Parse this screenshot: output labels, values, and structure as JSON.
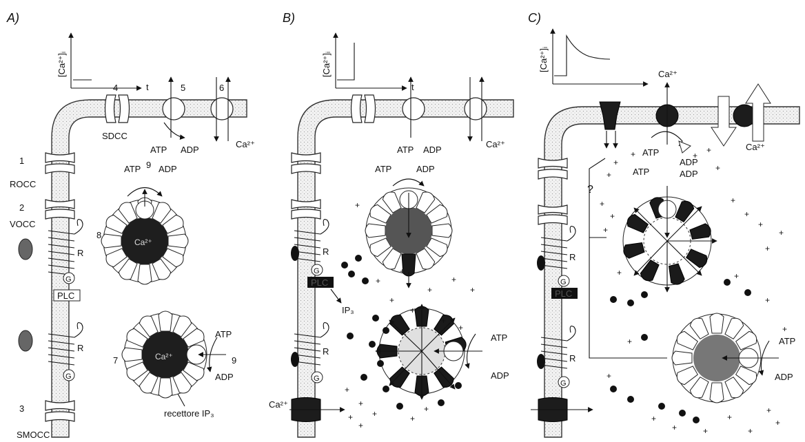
{
  "panels": [
    {
      "id": "A",
      "label": "A)"
    },
    {
      "id": "B",
      "label": "B)"
    },
    {
      "id": "C",
      "label": "C)"
    }
  ],
  "axes": {
    "y_label": "[Ca²⁺]ᵢ",
    "x_label": "t"
  },
  "panelA": {
    "numbers": {
      "n1": "1",
      "n2": "2",
      "n3": "3",
      "n4": "4",
      "n5": "5",
      "n6": "6",
      "n7": "7",
      "n8": "8",
      "n9a": "9",
      "n9b": "9"
    },
    "channels": {
      "rocc": "ROCC",
      "vocc": "VOCC",
      "smocc": "SMOCC",
      "sdcc": "SDCC"
    },
    "receptor": "R",
    "gprotein": "G",
    "plc": "PLC",
    "atp": "ATP",
    "adp": "ADP",
    "ca_ext": "Ca²⁺",
    "ca_store": "Ca²⁺",
    "ip3_receptor": "recettore IP₃"
  },
  "panelB": {
    "receptor": "R",
    "gprotein": "G",
    "plc": "PLC",
    "ip3": "IP₃",
    "atp": "ATP",
    "adp": "ADP",
    "ca_ext": "Ca²⁺",
    "ca_entry": "Ca²⁺"
  },
  "panelC": {
    "receptor": "R",
    "gprotein": "G",
    "plc": "PLC",
    "atp": "ATP",
    "adp": "ADP",
    "ca_top": "Ca²⁺",
    "ca_right": "Ca²⁺",
    "question": "?"
  }
}
